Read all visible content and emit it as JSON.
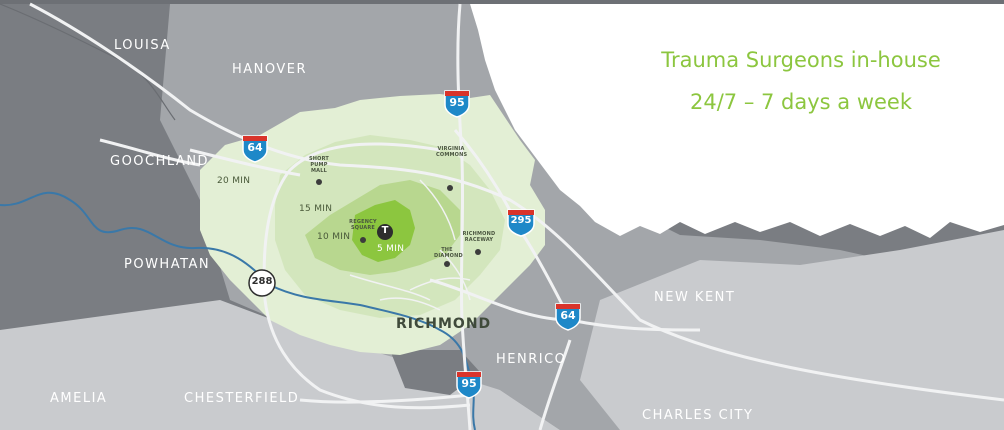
{
  "colors": {
    "dark_gray": "#7a7d82",
    "mid_gray": "#a3a6aa",
    "light_gray": "#c9cbce",
    "zone_20": "#e3efd5",
    "zone_15": "#d3e6bd",
    "zone_10": "#b8d78f",
    "zone_5": "#8cc63f",
    "river": "#3a78a8",
    "road": "#f1f2f3",
    "banner": "#8cc63f",
    "interstate_blue": "#1e88c8",
    "interstate_red": "#d9342b"
  },
  "banner": {
    "line1": "Trauma Surgeons in-house",
    "line2": "24/7 – 7 days a week"
  },
  "counties": {
    "louisa": "LOUISA",
    "hanover": "HANOVER",
    "goochland": "GOOCHLAND",
    "powhatan": "POWHATAN",
    "new_kent": "NEW KENT",
    "henrico": "HENRICO",
    "amelia": "AMELIA",
    "chesterfield": "CHESTERFIELD",
    "charles_city": "CHARLES CITY"
  },
  "city": "RICHMOND",
  "rings": {
    "min20": "20 MIN",
    "min15": "15 MIN",
    "min10": "10 MIN",
    "min5": "5 MIN"
  },
  "pois": {
    "short_pump": "SHORT PUMP MALL",
    "virginia_commons": "VIRGINIA COMMONS",
    "regency": "REGENCY SQUARE",
    "raceway": "RICHMOND RACEWAY",
    "diamond": "THE DIAMOND"
  },
  "trauma_marker": "T",
  "shields": {
    "i95_north": "95",
    "i64_west": "64",
    "i295": "295",
    "i64_east": "64",
    "i95_south": "95",
    "sr288": "288"
  }
}
